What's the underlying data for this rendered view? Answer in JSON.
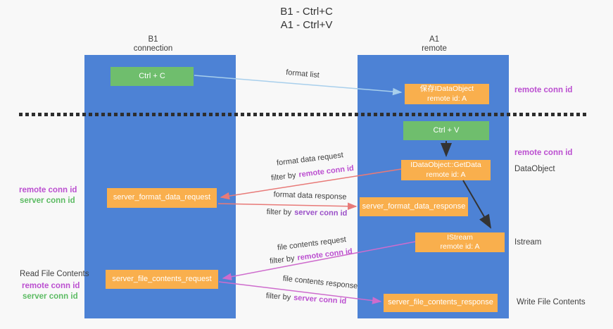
{
  "title": {
    "line1": "B1 - Ctrl+C",
    "line2": "A1 - Ctrl+V"
  },
  "lanes": {
    "left": {
      "title": "B1",
      "subtitle": "connection"
    },
    "right": {
      "title": "A1",
      "subtitle": "remote"
    }
  },
  "nodes": {
    "ctrl_c": {
      "label": "Ctrl + C"
    },
    "ctrl_v": {
      "label": "Ctrl + V"
    },
    "save_dataobject": {
      "line1": "保存IDataObject",
      "line2": "remote id: A"
    },
    "getdata": {
      "line1": "IDataObject::GetData",
      "line2": "remote id: A"
    },
    "istream": {
      "line1": "IStream",
      "line2": "remote id: A"
    },
    "server_format_data_request": {
      "label": "server_format_data_request"
    },
    "server_format_data_response": {
      "label": "server_format_data_response"
    },
    "server_file_contents_request": {
      "label": "server_file_contents_request"
    },
    "server_file_contents_response": {
      "label": "server_file_contents_response"
    }
  },
  "arrow_labels": {
    "format_list": "format list",
    "format_data_request": "format data request",
    "format_data_response": "format data response",
    "file_contents_request": "file contents request",
    "file_contents_response": "file contents response",
    "filter_by": "filter by",
    "remote_conn_id": "remote conn id",
    "server_conn_id": "server conn id"
  },
  "annotations": {
    "remote_conn_id": "remote conn id",
    "server_conn_id": "server conn id",
    "dataobject": "DataObject",
    "istream": "Istream",
    "read_file_contents": "Read File Contents",
    "write_file_contents": "Write File Contents"
  },
  "colors": {
    "lane_blue": "#4d82d5",
    "node_green": "#6fbe6d",
    "node_orange": "#f9af4d",
    "arrow_light_blue": "#a8cfec",
    "arrow_red": "#e87a78",
    "arrow_magenta": "#ce6ccd",
    "arrow_black": "#333333",
    "text_magenta": "#bb4fd0",
    "text_purple": "#9a4fc8",
    "text_green": "#5cbb63"
  }
}
